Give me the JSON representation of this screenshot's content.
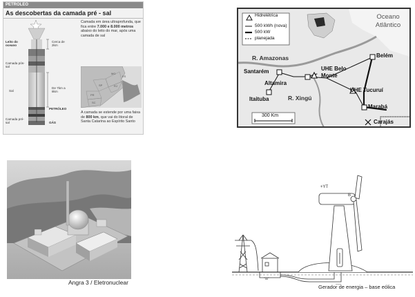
{
  "presal": {
    "section_tag": "PETRÓLEO",
    "title": "As descobertas da camada pré - sal",
    "labels": {
      "sea_bed": "Leito do oceano",
      "cerca_2km": "Cerca de 2km",
      "pos_sal": "Camada pós-sal",
      "sal": "Sal",
      "de_7km": "De 7km a 8km",
      "petroleo": "PETRÓLEO",
      "pre_sal": "Camada pré-sal",
      "gas": "GÁS"
    },
    "desc_top": {
      "part1": "Camada em área ultraprofunda, que fica entre ",
      "bold": "7.000 e 8.000 metros",
      "part2": " abaixo do leito do mar, após uma camada de sal"
    },
    "desc_bottom": {
      "part1": "A camada se estende por uma faixa de ",
      "bold": "800 km",
      "part2": ", que vai do litoral de Santa Catarina ao Espírito Santo"
    },
    "map_states": [
      "MG",
      "SP",
      "RJ",
      "PR",
      "SC",
      "ES"
    ]
  },
  "amazon_map": {
    "ocean": "Oceano Atlântico",
    "legend": {
      "hydro": "Hidrelétrica",
      "new_line": "500 kWh (nova)",
      "existing": "500 kW",
      "planned": "planejada"
    },
    "rivers": {
      "amazonas": "R. Amazonas",
      "xingu": "R. Xingú"
    },
    "cities": {
      "santarem": "Santarém",
      "altamira": "Altamira",
      "belo_monte": "UHE Belo Monte",
      "tucurui": "UHE Tucuruí",
      "belem": "Belém",
      "itaituba": "Itaituba",
      "maraba": "Marabá",
      "carajas": "Carajás"
    },
    "scale": "300 Km"
  },
  "angra": {
    "caption": "Angra 3 / Eletronuclear"
  },
  "wind": {
    "caption": "Gerador de energia – base eólica",
    "label_top": "+YT",
    "label_side": "B",
    "colors": {
      "line": "#333333"
    }
  }
}
